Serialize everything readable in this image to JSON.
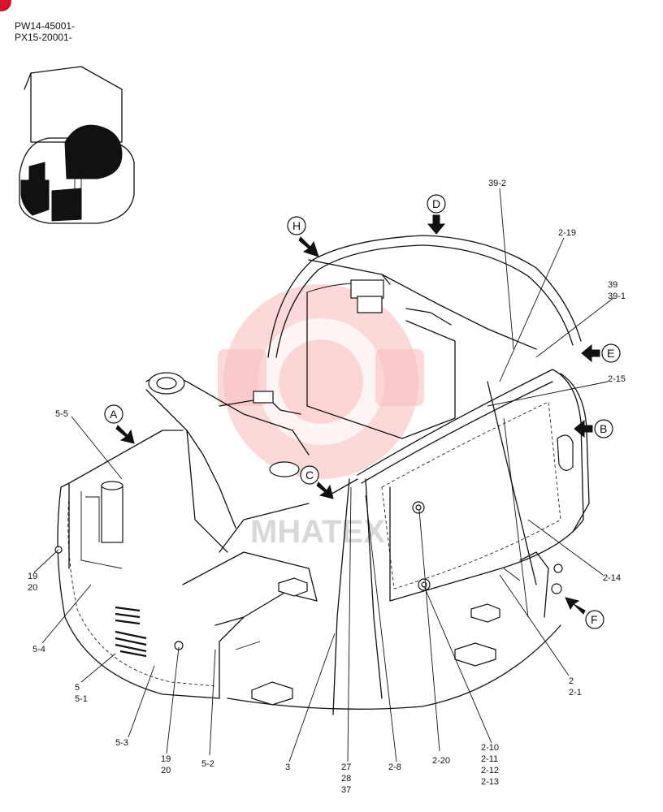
{
  "header": {
    "serial_line_1": "PW14-45001-",
    "serial_line_2": "PX15-20001-"
  },
  "watermark": {
    "text": "MHATEX"
  },
  "view_markers": [
    {
      "letter": "H",
      "name": "view-marker-h"
    },
    {
      "letter": "D",
      "name": "view-marker-d"
    },
    {
      "letter": "E",
      "name": "view-marker-e"
    },
    {
      "letter": "B",
      "name": "view-marker-b"
    },
    {
      "letter": "A",
      "name": "view-marker-a"
    },
    {
      "letter": "C",
      "name": "view-marker-c"
    },
    {
      "letter": "F",
      "name": "view-marker-f"
    }
  ],
  "callouts": {
    "c_39_2": "39-2",
    "c_2_19": "2-19",
    "c_39": "39",
    "c_39_1": "39-1",
    "c_2_15": "2-15",
    "c_5_5": "5-5",
    "c_19_left": "19",
    "c_20_left": "20",
    "c_2_14": "2-14",
    "c_5_4": "5-4",
    "c_2": "2",
    "c_2_1": "2-1",
    "c_5": "5",
    "c_5_1": "5-1",
    "c_5_3": "5-3",
    "c_2_10": "2-10",
    "c_2_11": "2-11",
    "c_2_12": "2-12",
    "c_2_13": "2-13",
    "c_19_bottom": "19",
    "c_20_bottom": "20",
    "c_5_2": "5-2",
    "c_3": "3",
    "c_27": "27",
    "c_28": "28",
    "c_37": "37",
    "c_2_8": "2-8",
    "c_2_20": "2-20"
  },
  "colors": {
    "line": "#111111",
    "watermark": "#f7b9b9",
    "badge": "#d4142a"
  }
}
